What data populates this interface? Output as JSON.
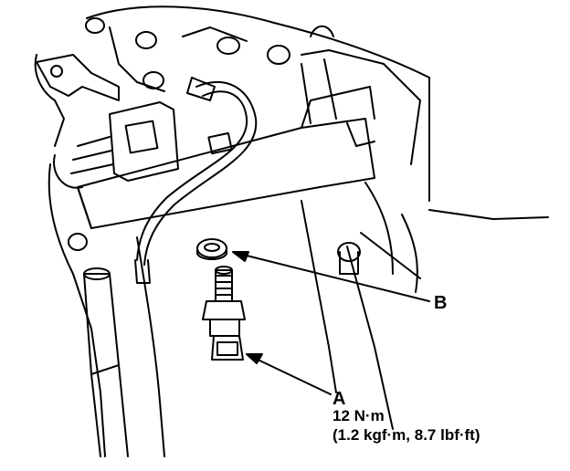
{
  "callouts": {
    "a": {
      "letter": "A",
      "torque_nm": "12 N·m",
      "torque_alt": "(1.2 kgf·m, 8.7 lbf·ft)"
    },
    "b": {
      "letter": "B"
    }
  },
  "colors": {
    "ink": "#000000",
    "paper": "#ffffff"
  },
  "icons": [
    "sensor-icon",
    "washer-icon",
    "engine-line-art"
  ]
}
